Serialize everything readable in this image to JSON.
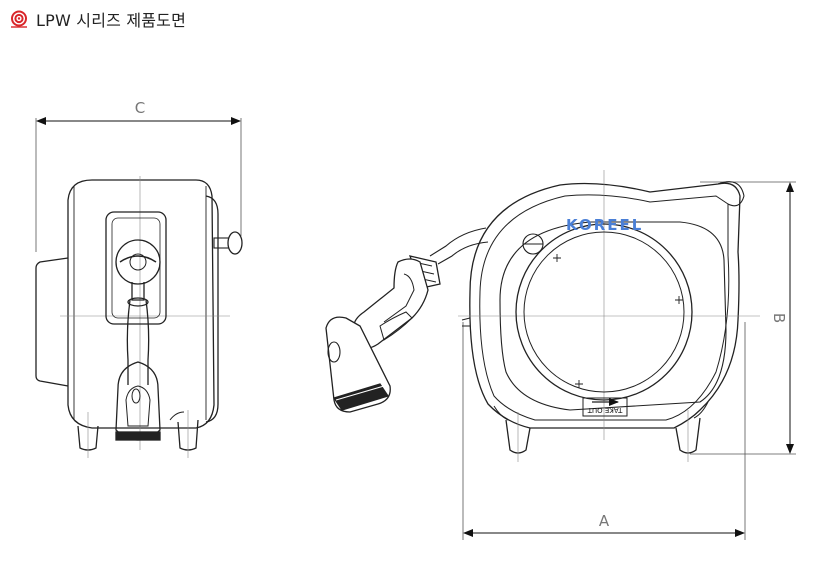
{
  "header": {
    "icon": "target-bullseye-icon",
    "title": "LPW 시리즈 제품도면",
    "accent_color": "#d9262a"
  },
  "drawing": {
    "dimension_labels": {
      "width_side": "C",
      "width_front": "A",
      "height_front": "B"
    },
    "brand_logo": "KOREEL",
    "tag_text": "TAKE OUT"
  }
}
